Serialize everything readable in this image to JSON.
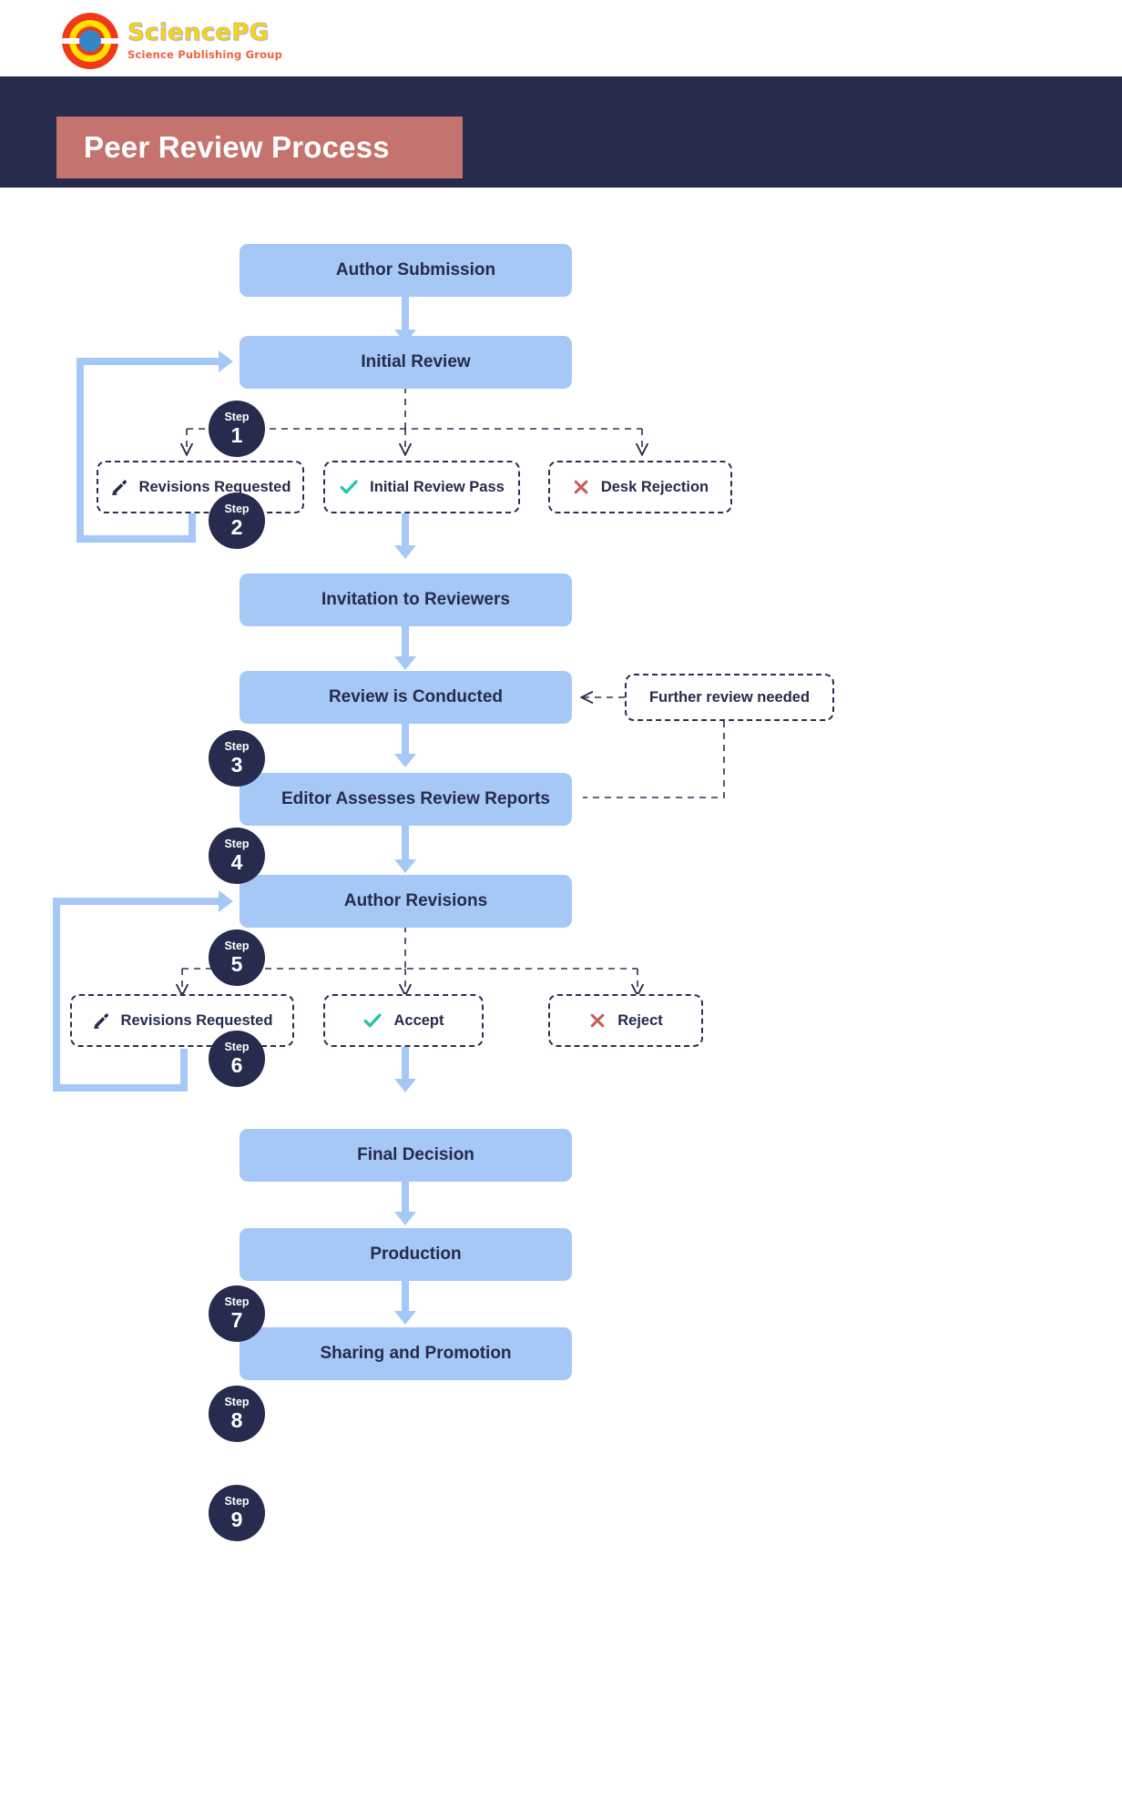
{
  "brand": {
    "logo_icon": "sciencepg-circle-logo",
    "name": "SciencePG",
    "tagline": "Science Publishing Group"
  },
  "header": {
    "title": "Peer Review Process",
    "band_color": "#272b4d",
    "plate_color": "#c4736e"
  },
  "colors": {
    "step_box": "#a6c8f7",
    "badge": "#272b4d",
    "text_dark": "#262b4b",
    "accept_green": "#1fc7a9",
    "reject_red": "#c85c58",
    "dash_border": "#2b3050"
  },
  "flow": {
    "badge_label": "Step",
    "steps": [
      {
        "num": "1",
        "label": "Author Submission"
      },
      {
        "num": "2",
        "label": "Initial Review"
      },
      {
        "num": "3",
        "label": "Invitation to Reviewers"
      },
      {
        "num": "4",
        "label": "Review is Conducted"
      },
      {
        "num": "5",
        "label": "Editor Assesses Review Reports"
      },
      {
        "num": "6",
        "label": "Author Revisions"
      },
      {
        "num": "7",
        "label": "Final Decision"
      },
      {
        "num": "8",
        "label": "Production"
      },
      {
        "num": "9",
        "label": "Sharing and Promotion"
      }
    ],
    "branch_one": [
      {
        "icon": "pencil-icon",
        "label": "Revisions Requested"
      },
      {
        "icon": "check-icon",
        "label": "Initial Review Pass"
      },
      {
        "icon": "cross-icon",
        "label": "Desk Rejection"
      }
    ],
    "branch_two": [
      {
        "icon": "pencil-icon",
        "label": "Revisions Requested"
      },
      {
        "icon": "check-icon",
        "label": "Accept"
      },
      {
        "icon": "cross-icon",
        "label": "Reject"
      }
    ],
    "side_note": {
      "label": "Further review needed"
    }
  }
}
